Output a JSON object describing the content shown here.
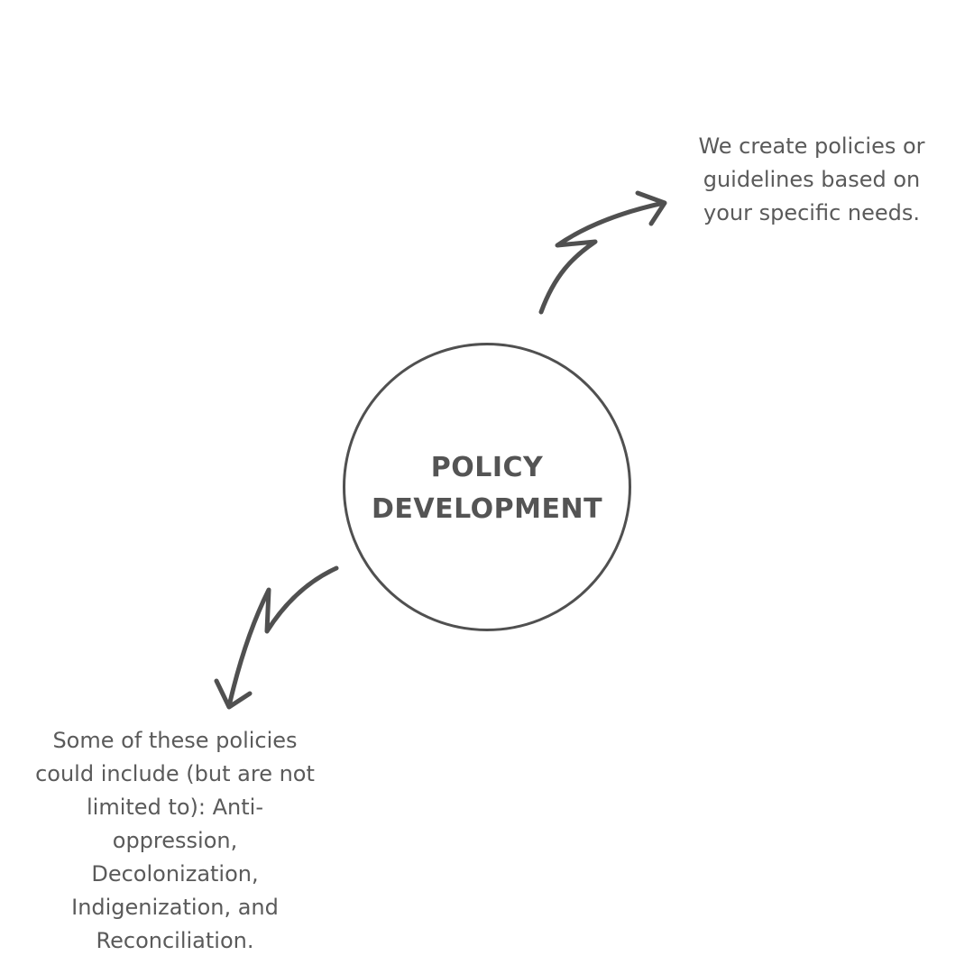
{
  "diagram": {
    "center": {
      "title": "POLICY\nDEVELOPMENT"
    },
    "notes": {
      "top_right": "We create policies or\nguidelines based on\nyour specific needs.",
      "bottom_left": "Some of these policies\ncould include (but are not\nlimited to): Anti-\noppression,\nDecolonization,\nIndigenization, and\nReconciliation."
    },
    "colors": {
      "stroke": "#505050",
      "text": "#565656",
      "background": "#ffffff"
    },
    "icons": {
      "arrow_top": "curved-arrow-up-right-icon",
      "arrow_bottom": "curved-arrow-down-left-icon"
    }
  }
}
